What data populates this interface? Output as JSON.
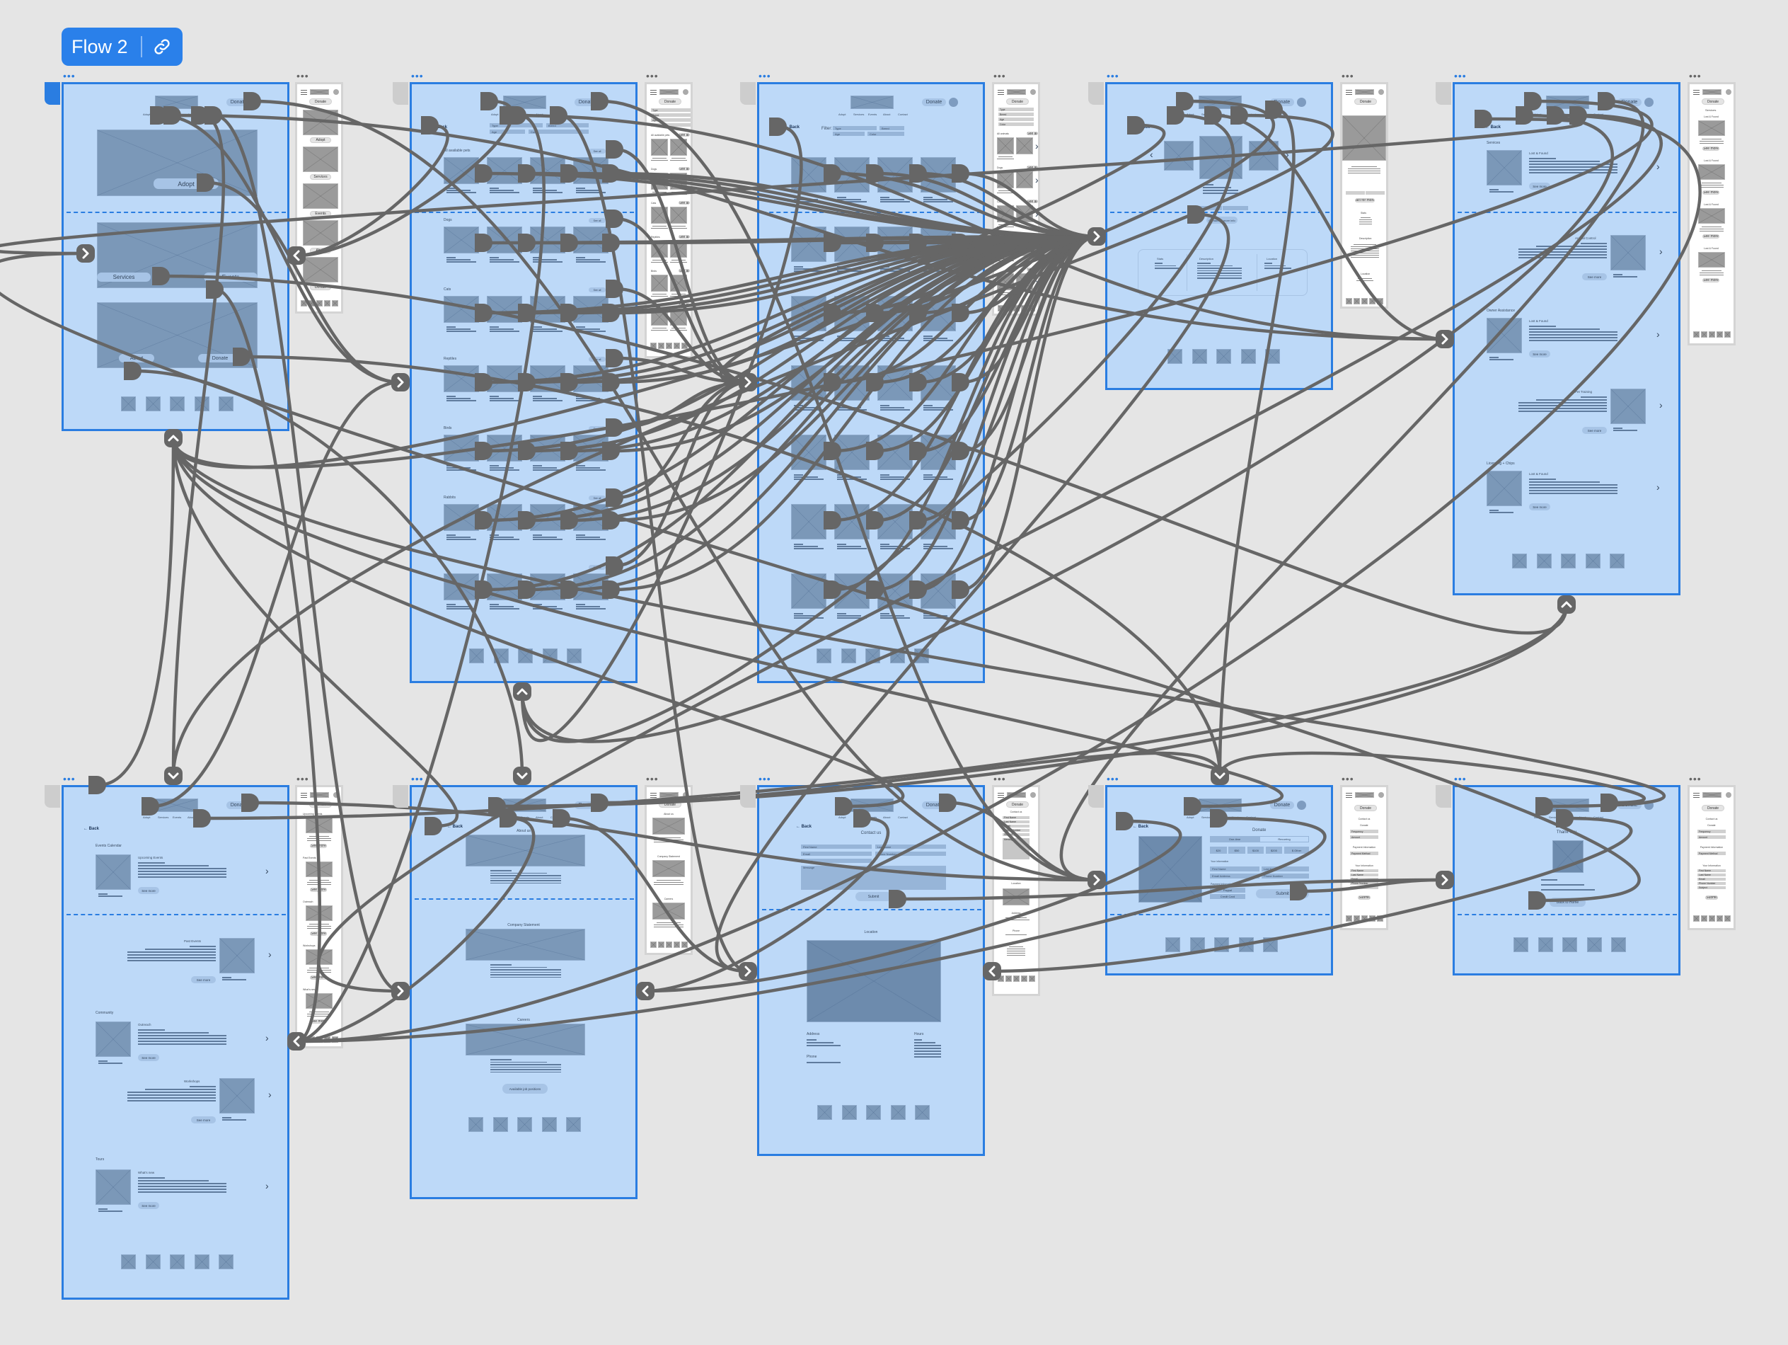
{
  "flow": {
    "label": "Flow 2",
    "icon": "link-icon"
  },
  "nav": [
    "Adopt",
    "Services",
    "Events",
    "About",
    "Contact"
  ],
  "common": {
    "donate": "Donate",
    "back": "← Back",
    "see_all": "See all",
    "see_more": "See more"
  },
  "home": {
    "adopt_btn": "Adopt",
    "services_btn": "Services",
    "events_btn": "Events",
    "about_btn": "About",
    "donate_btn": "Donate"
  },
  "home_mobile": {
    "buttons": [
      "Adopt",
      "Services",
      "Events",
      "About",
      "Donate"
    ]
  },
  "adopt": {
    "filter_fields": [
      "Type",
      "Breed",
      "Age",
      "Color"
    ],
    "sections": [
      "All available pets",
      "Dogs",
      "Cats",
      "Reptiles",
      "Birds",
      "Rabbits"
    ]
  },
  "filter": {
    "label": "Filter:",
    "fields": [
      "Type",
      "Breed",
      "Age",
      "Color"
    ]
  },
  "filter_mobile": {
    "fields": [
      "Type",
      "Breed",
      "Age",
      "Color"
    ],
    "sections": [
      "All animals",
      "Dogs",
      "Cats"
    ]
  },
  "pet": {
    "contact_btn": "Contact for more info",
    "columns": [
      "Stats",
      "Description",
      "Location"
    ]
  },
  "services": {
    "rows": [
      {
        "group": "Services",
        "title": "Lost & Found"
      },
      {
        "group": "",
        "title": "Animal Control"
      },
      {
        "group": "Owner Assistance",
        "title": "Lost & Found"
      },
      {
        "group": "",
        "title": "Pet Training"
      },
      {
        "group": "Licensing + Chips",
        "title": "Lost & Found"
      }
    ]
  },
  "services_mobile": {
    "title": "Services",
    "items": [
      "Lost & Found",
      "Lost & Found",
      "Lost & Found",
      "Lost & Found"
    ]
  },
  "events": {
    "rows": [
      {
        "group": "Events Calendar",
        "title": "Upcoming Events"
      },
      {
        "group": "",
        "title": "Past Events"
      },
      {
        "group": "Community",
        "title": "Outreach"
      },
      {
        "group": "",
        "title": "Workshops"
      },
      {
        "group": "Tours",
        "title": "What's new"
      }
    ]
  },
  "about": {
    "sections": [
      "About us",
      "Company Statement",
      "Careers"
    ],
    "jobs_btn": "Available job positions"
  },
  "contact": {
    "title": "Contact us",
    "fields": [
      "First Name",
      "Last Name",
      "Email",
      "Phone Number",
      "Subject",
      "Message"
    ],
    "submit": "Submit",
    "location": "Location",
    "address": "Address",
    "hours": "Hours",
    "phone": "Phone"
  },
  "donate": {
    "title": "Donate",
    "frequency": [
      "One-time",
      "Recurring"
    ],
    "amounts": [
      "$20",
      "$50",
      "$100",
      "$200",
      "$ Other"
    ],
    "your_info": "Your information",
    "fields": [
      "First Name",
      "Last Name",
      "Email Address",
      "Phone Number"
    ],
    "payment": "Payment information",
    "methods": [
      "Paypal",
      "Credit Card"
    ],
    "submit": "Submit"
  },
  "donate_mobile": {
    "header": "Contact us",
    "title": "Donate",
    "selects": [
      "Frequency",
      "Amount"
    ],
    "payment": "Payment Information",
    "method": "Payment Method",
    "your_info": "Your Information",
    "fields": [
      "First Name",
      "Last Name",
      "Email",
      "Phone Number",
      "Subject"
    ],
    "submit": "Submit"
  },
  "thanks": {
    "title": "Thank You",
    "back_home": "Back to Home"
  },
  "colors": {
    "frame_bg": "#bdd9f8",
    "frame_border": "#2a7de1",
    "connector": "#666666",
    "canvas": "#e5e5e5"
  }
}
